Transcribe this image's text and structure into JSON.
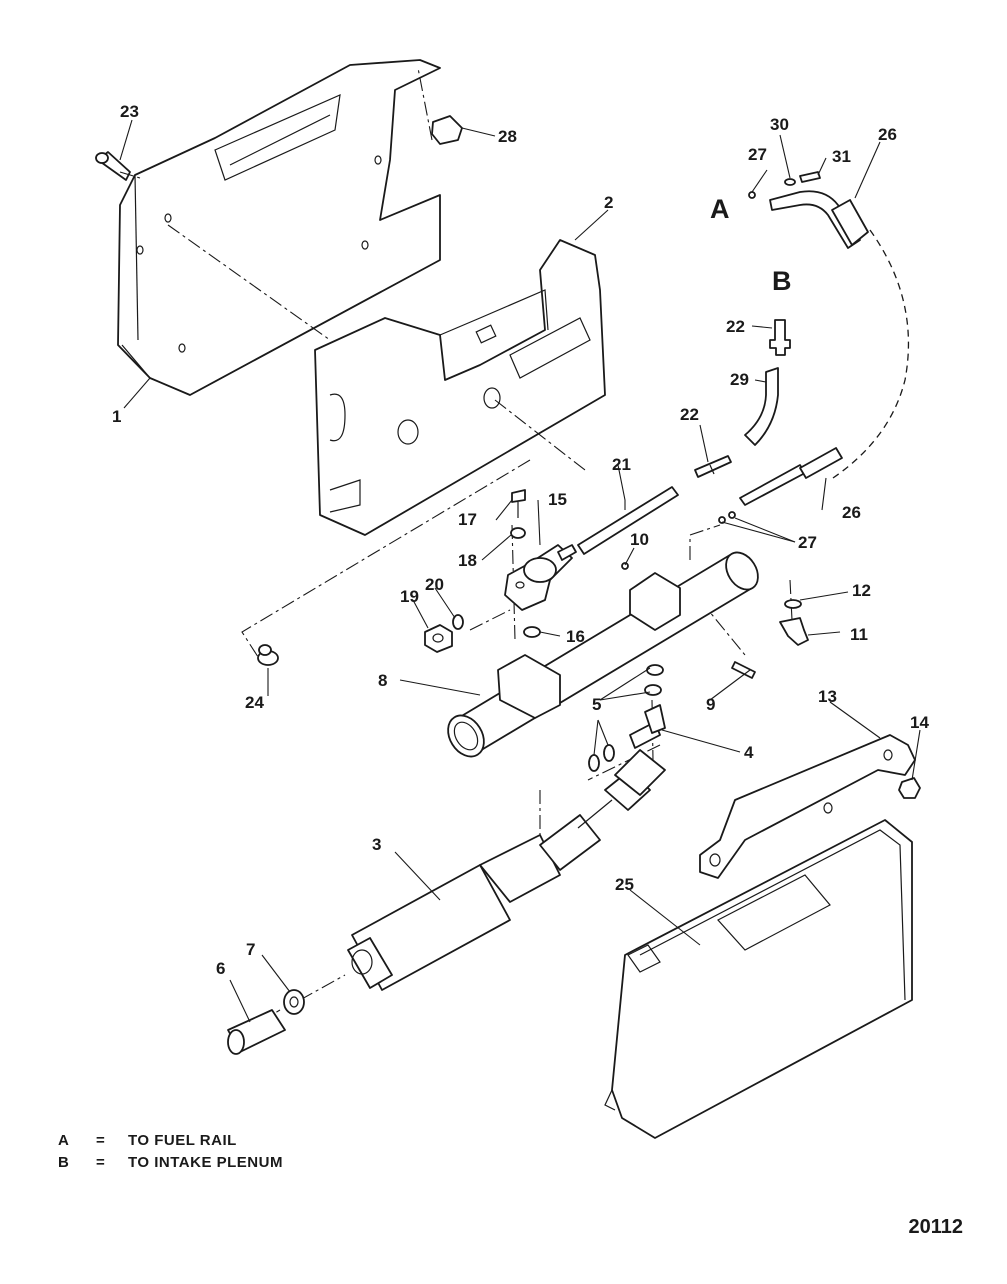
{
  "figure_number": "20112",
  "section_letters": {
    "a": "A",
    "b": "B"
  },
  "legend": [
    {
      "letter": "A",
      "eq": "=",
      "text": "TO FUEL RAIL"
    },
    {
      "letter": "B",
      "eq": "=",
      "text": "TO INTAKE PLENUM"
    }
  ],
  "callouts": {
    "c1": "1",
    "c2": "2",
    "c3": "3",
    "c4": "4",
    "c5": "5",
    "c6": "6",
    "c7": "7",
    "c8": "8",
    "c9": "9",
    "c10": "10",
    "c11": "11",
    "c12": "12",
    "c13": "13",
    "c14": "14",
    "c15": "15",
    "c16": "16",
    "c17": "17",
    "c18": "18",
    "c19": "19",
    "c20": "20",
    "c21": "21",
    "c22a": "22",
    "c22b": "22",
    "c23": "23",
    "c24": "24",
    "c25": "25",
    "c26a": "26",
    "c26b": "26",
    "c27a": "27",
    "c27b": "27",
    "c28": "28",
    "c29": "29",
    "c30": "30",
    "c31": "31"
  }
}
